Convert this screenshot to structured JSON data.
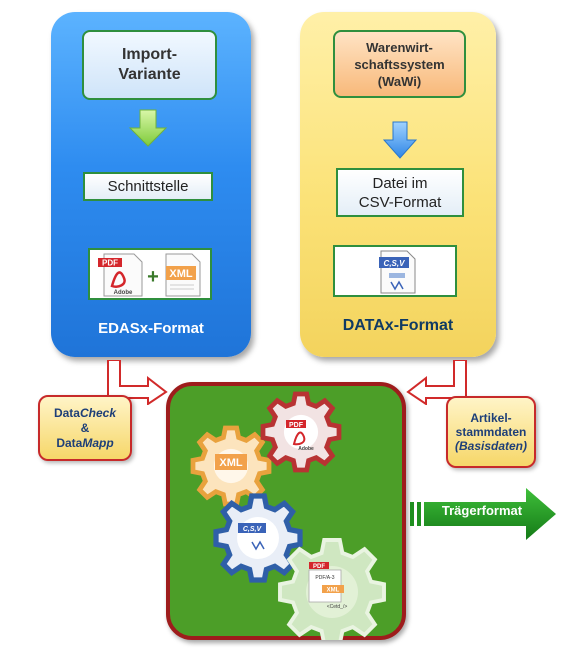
{
  "left_column": {
    "top_box": "Import-Variante",
    "top_box_lines": [
      "Import-",
      "Variante"
    ],
    "interface_box": "Schnittstelle",
    "file_icons": {
      "pdf_label": "PDF",
      "adobe_label": "Adobe",
      "plus": "+",
      "xml_label": "XML"
    },
    "format_label": "EDASx-Format"
  },
  "right_column": {
    "top_box_lines": [
      "Warenwirt-",
      "schaftssystem",
      "(WaWi)"
    ],
    "file_box_lines": [
      "Datei im",
      "CSV-Format"
    ],
    "csv_icon_label": "C,S,V",
    "format_label": "DATAx-Format"
  },
  "left_note": {
    "line1_prefix": "Data",
    "line1_italic": "Check",
    "line2": "&",
    "line3_prefix": "Data",
    "line3_italic": "Mapp"
  },
  "right_note": {
    "line1": "Artikel-",
    "line2": "stammdaten",
    "line3": "(Basisdaten)"
  },
  "gears": {
    "xml_label": "XML",
    "pdf_label": "PDF",
    "adobe_label": "Adobe",
    "csv_label": "C,S,V",
    "pdfa_label": "PDF",
    "pdfa_sub": "PDF/A-3",
    "xml2_label": "XML",
    "cetd_label": "<Cetd_/>"
  },
  "output_arrow": "Trägerformat",
  "colors": {
    "blue_column": "#2e8cf0",
    "yellow_column": "#fbe277",
    "green_box": "#4c9e28",
    "border_red": "#9e1c1c",
    "border_green": "#2f8f3e",
    "arrow_green": "#1f8f1f"
  }
}
